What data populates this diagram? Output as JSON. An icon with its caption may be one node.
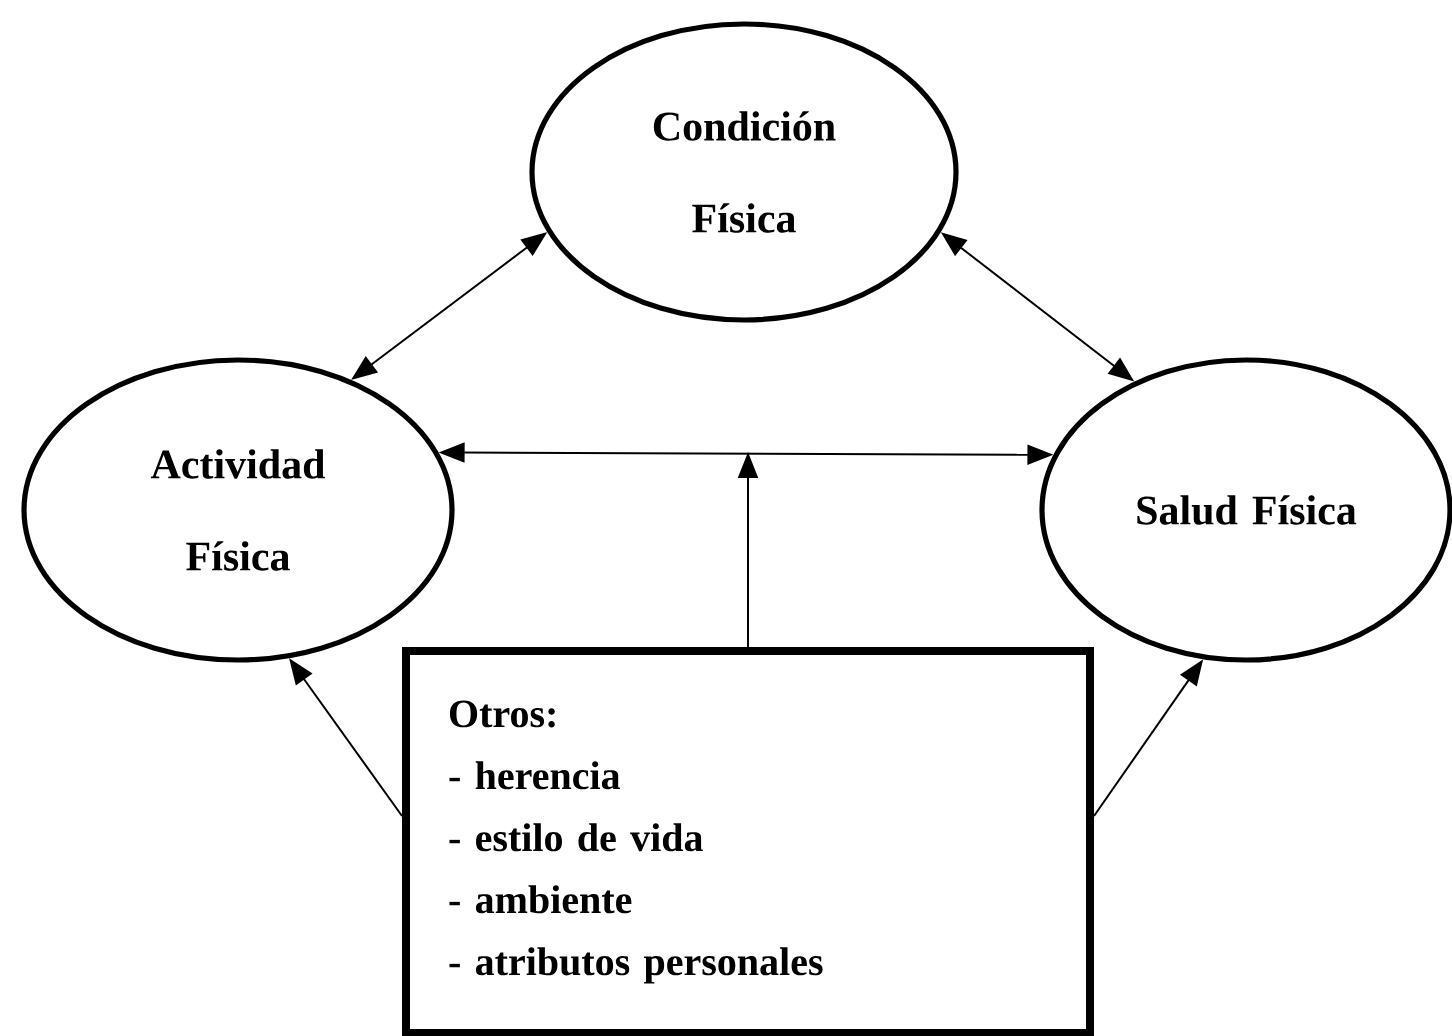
{
  "diagram": {
    "nodes": [
      {
        "text": [
          "Condición Física"
        ]
      },
      {
        "text": [
          "Actividad Física"
        ]
      },
      {
        "text": [
          "Salud Física"
        ]
      },
      {
        "text": [
          "Otros:",
          "- herencia",
          "- estilo de vida",
          "- ambiente",
          "- atributos personales"
        ]
      }
    ],
    "edges": [
      {
        "from": 0,
        "to": 1,
        "arrow": "both"
      },
      {
        "from": 0,
        "to": 2,
        "arrow": "both"
      },
      {
        "from": 1,
        "to": 2,
        "arrow": "both"
      },
      {
        "from": 3,
        "to": 1,
        "arrow": "to"
      },
      {
        "from": 3,
        "to": 2,
        "arrow": "to"
      },
      {
        "from": 3,
        "to": null,
        "arrow": "to"
      }
    ]
  }
}
